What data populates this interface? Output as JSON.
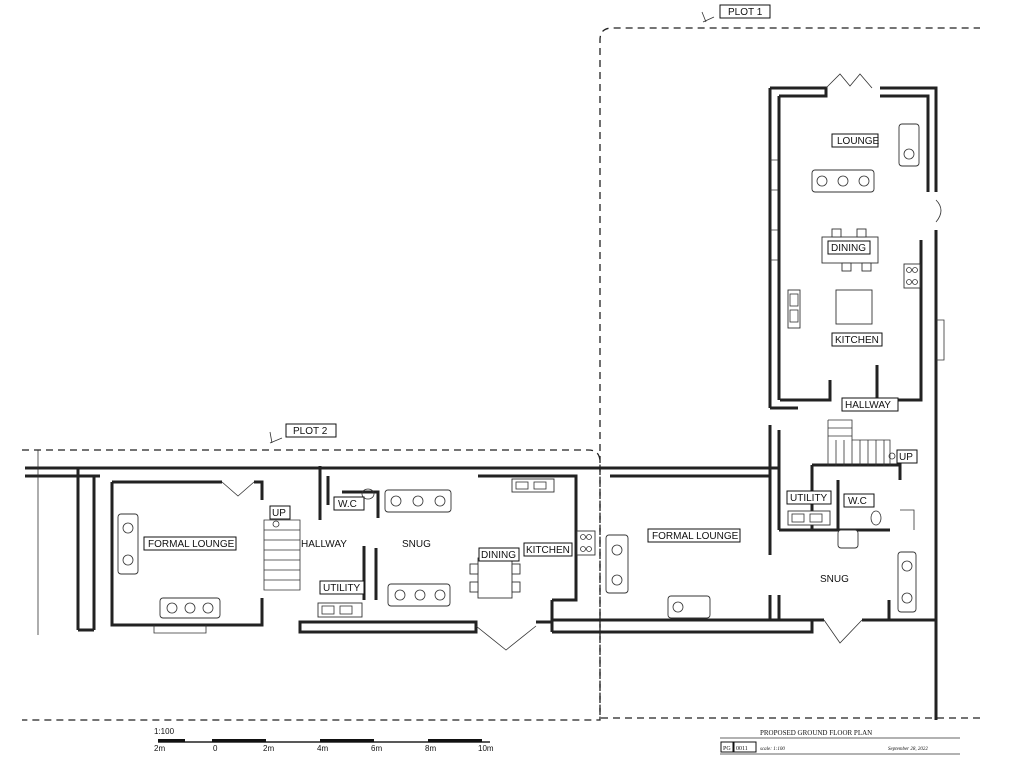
{
  "plots": {
    "plot1": "PLOT 1",
    "plot2": "PLOT 2"
  },
  "rooms": {
    "p1_lounge": "LOUNGE",
    "p1_dining": "DINING",
    "p1_kitchen": "KITCHEN",
    "p1_hallway": "HALLWAY",
    "p1_up": "UP",
    "p1_utility": "UTILITY",
    "p1_wc": "W.C",
    "p1_formal_lounge": "FORMAL LOUNGE",
    "p1_snug": "SNUG",
    "p2_formal_lounge": "FORMAL LOUNGE",
    "p2_up": "UP",
    "p2_hallway": "HALLWAY",
    "p2_wc": "W.C",
    "p2_snug": "SNUG",
    "p2_utility": "UTILITY",
    "p2_dining": "DINING",
    "p2_kitchen": "KITCHEN"
  },
  "scale_bar": {
    "ratio": "1:100",
    "ticks": [
      "2m",
      "0",
      "2m",
      "4m",
      "6m",
      "8m",
      "10m"
    ]
  },
  "title_block": {
    "title": "PROPOSED GROUND FLOOR PLAN",
    "drawing_code_a": "PG",
    "drawing_code_b": "0011",
    "scale": "scale: 1:100",
    "date": "September 28, 2022"
  }
}
